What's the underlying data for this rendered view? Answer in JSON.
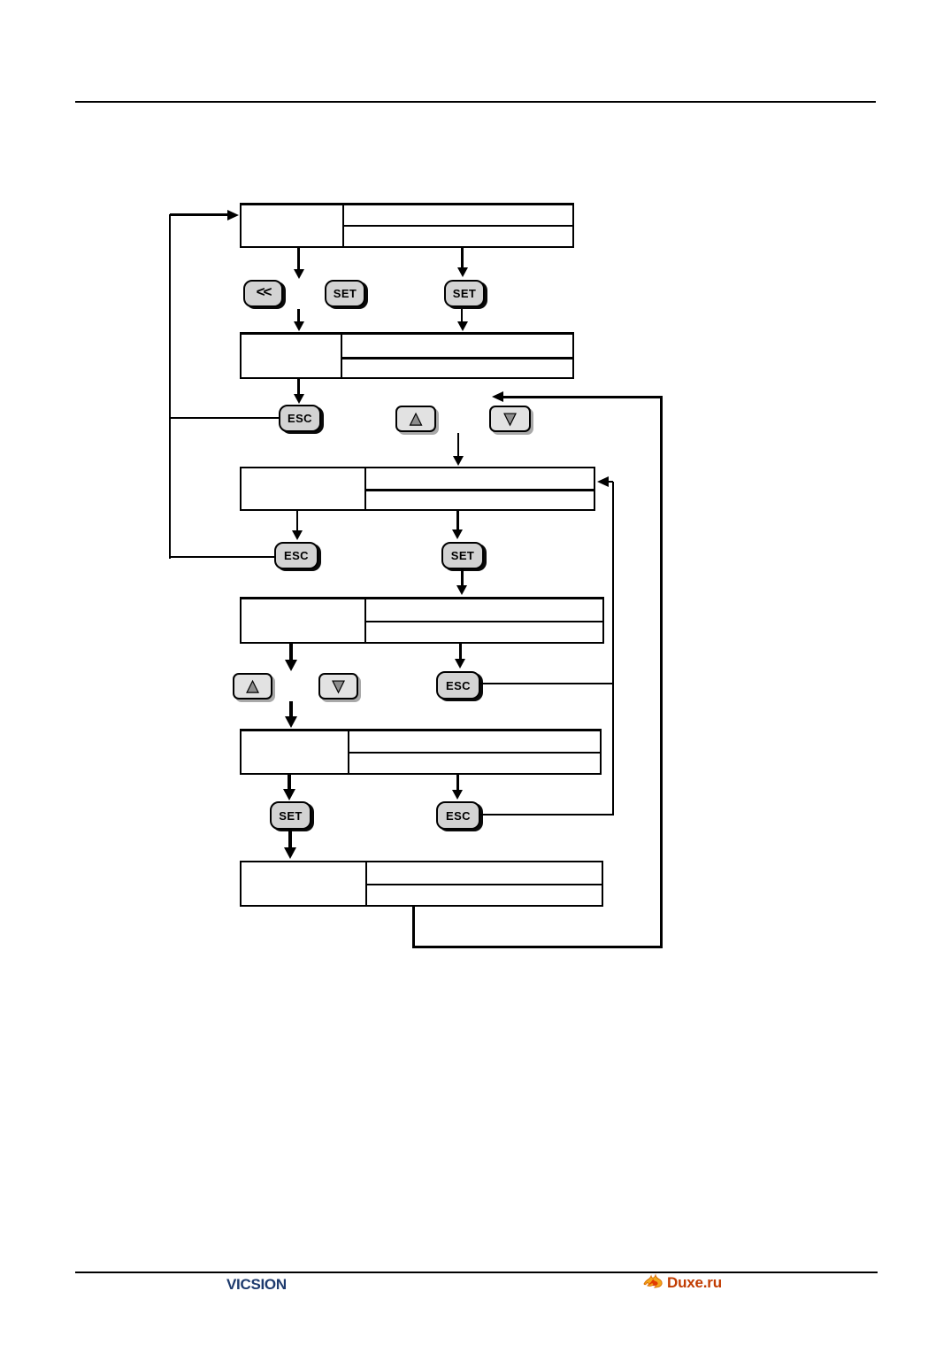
{
  "page": {
    "background": "#ffffff"
  },
  "diagram": {
    "buttons": {
      "back": "<<",
      "set": "SET",
      "esc": "ESC"
    },
    "icons": {
      "up": "▲",
      "down": "▼"
    },
    "colors": {
      "button_fill": "#d3d3d3",
      "arrow_key_fill": "#e2e2e2",
      "line": "#000000",
      "triangle_fill": "#8e8e8e"
    }
  },
  "footer": {
    "brand_left": "VICSION",
    "brand_left_color": "#1d3a6d",
    "brand_right": "Duxe.ru",
    "brand_right_color": "#c13b00",
    "flame_icon": "flame-icon"
  }
}
